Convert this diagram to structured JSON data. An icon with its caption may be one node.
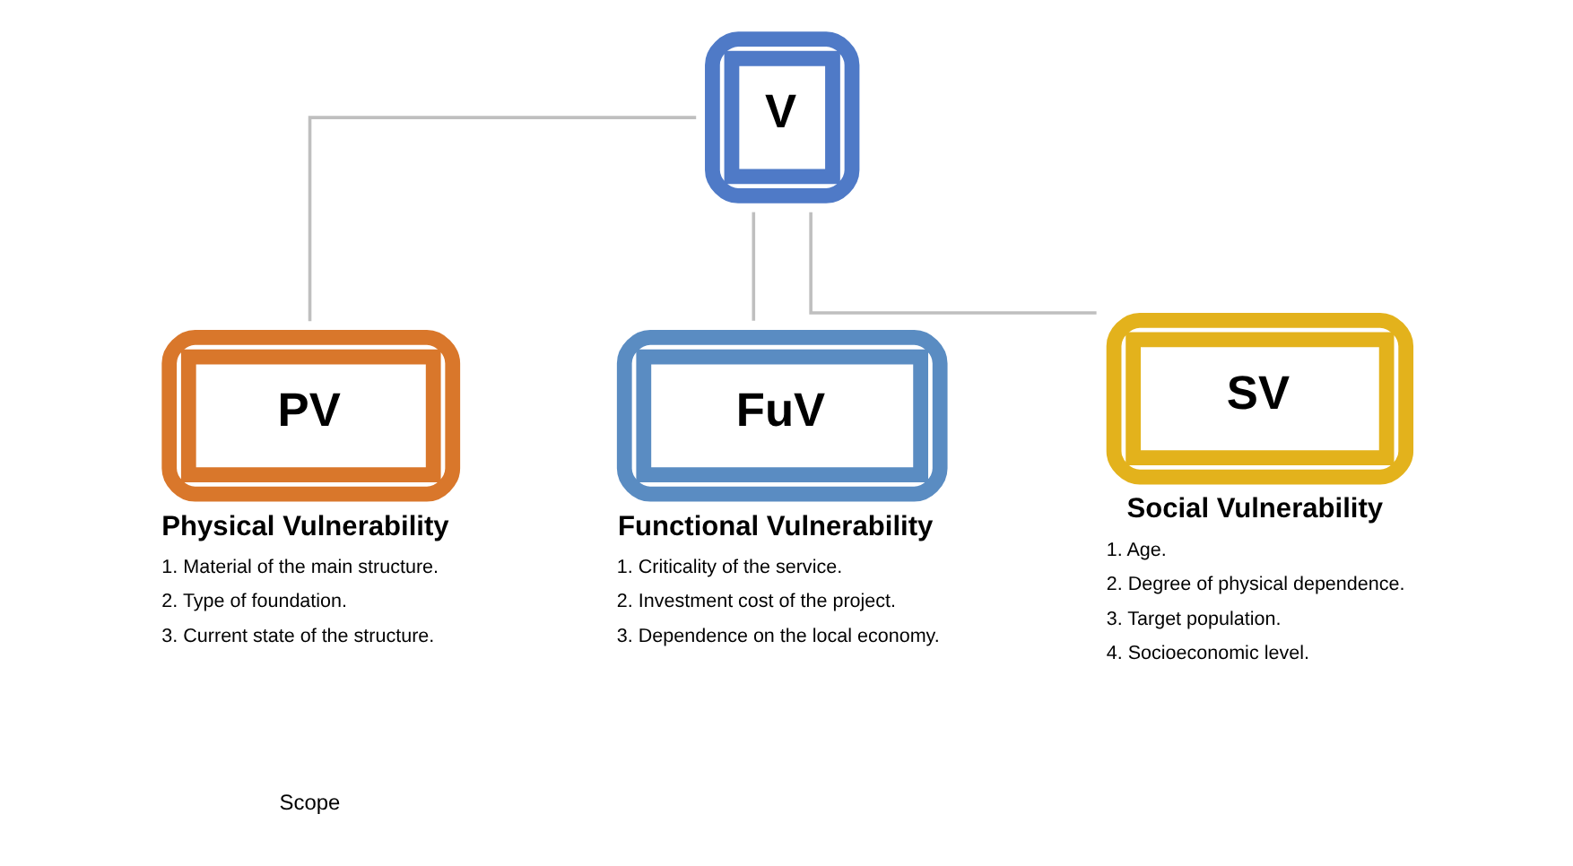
{
  "diagram": {
    "nodes": [
      {
        "text": [
          "V"
        ]
      },
      {
        "text": [
          "PV",
          "Physical Vulnerability"
        ],
        "beside": [
          "1. Material of the main structure.",
          "2. Type of foundation.",
          "3. Current state of the structure."
        ]
      },
      {
        "text": [
          "FuV",
          "Functional Vulnerability"
        ],
        "beside": [
          "1. Criticality of the service.",
          "2. Investment cost of the project.",
          "3. Dependence on the local economy."
        ]
      },
      {
        "text": [
          "SV",
          "Social Vulnerability"
        ],
        "beside": [
          "1. Age.",
          "2. Degree of physical dependence.",
          "3. Target population.",
          "4. Socioeconomic level."
        ]
      }
    ],
    "edges": [
      {
        "from": 0,
        "to": 1,
        "arrow": "none"
      },
      {
        "from": 0,
        "to": 2,
        "arrow": "none"
      },
      {
        "from": 0,
        "to": 3,
        "arrow": "none"
      }
    ],
    "labels": [
      "Scope"
    ]
  }
}
